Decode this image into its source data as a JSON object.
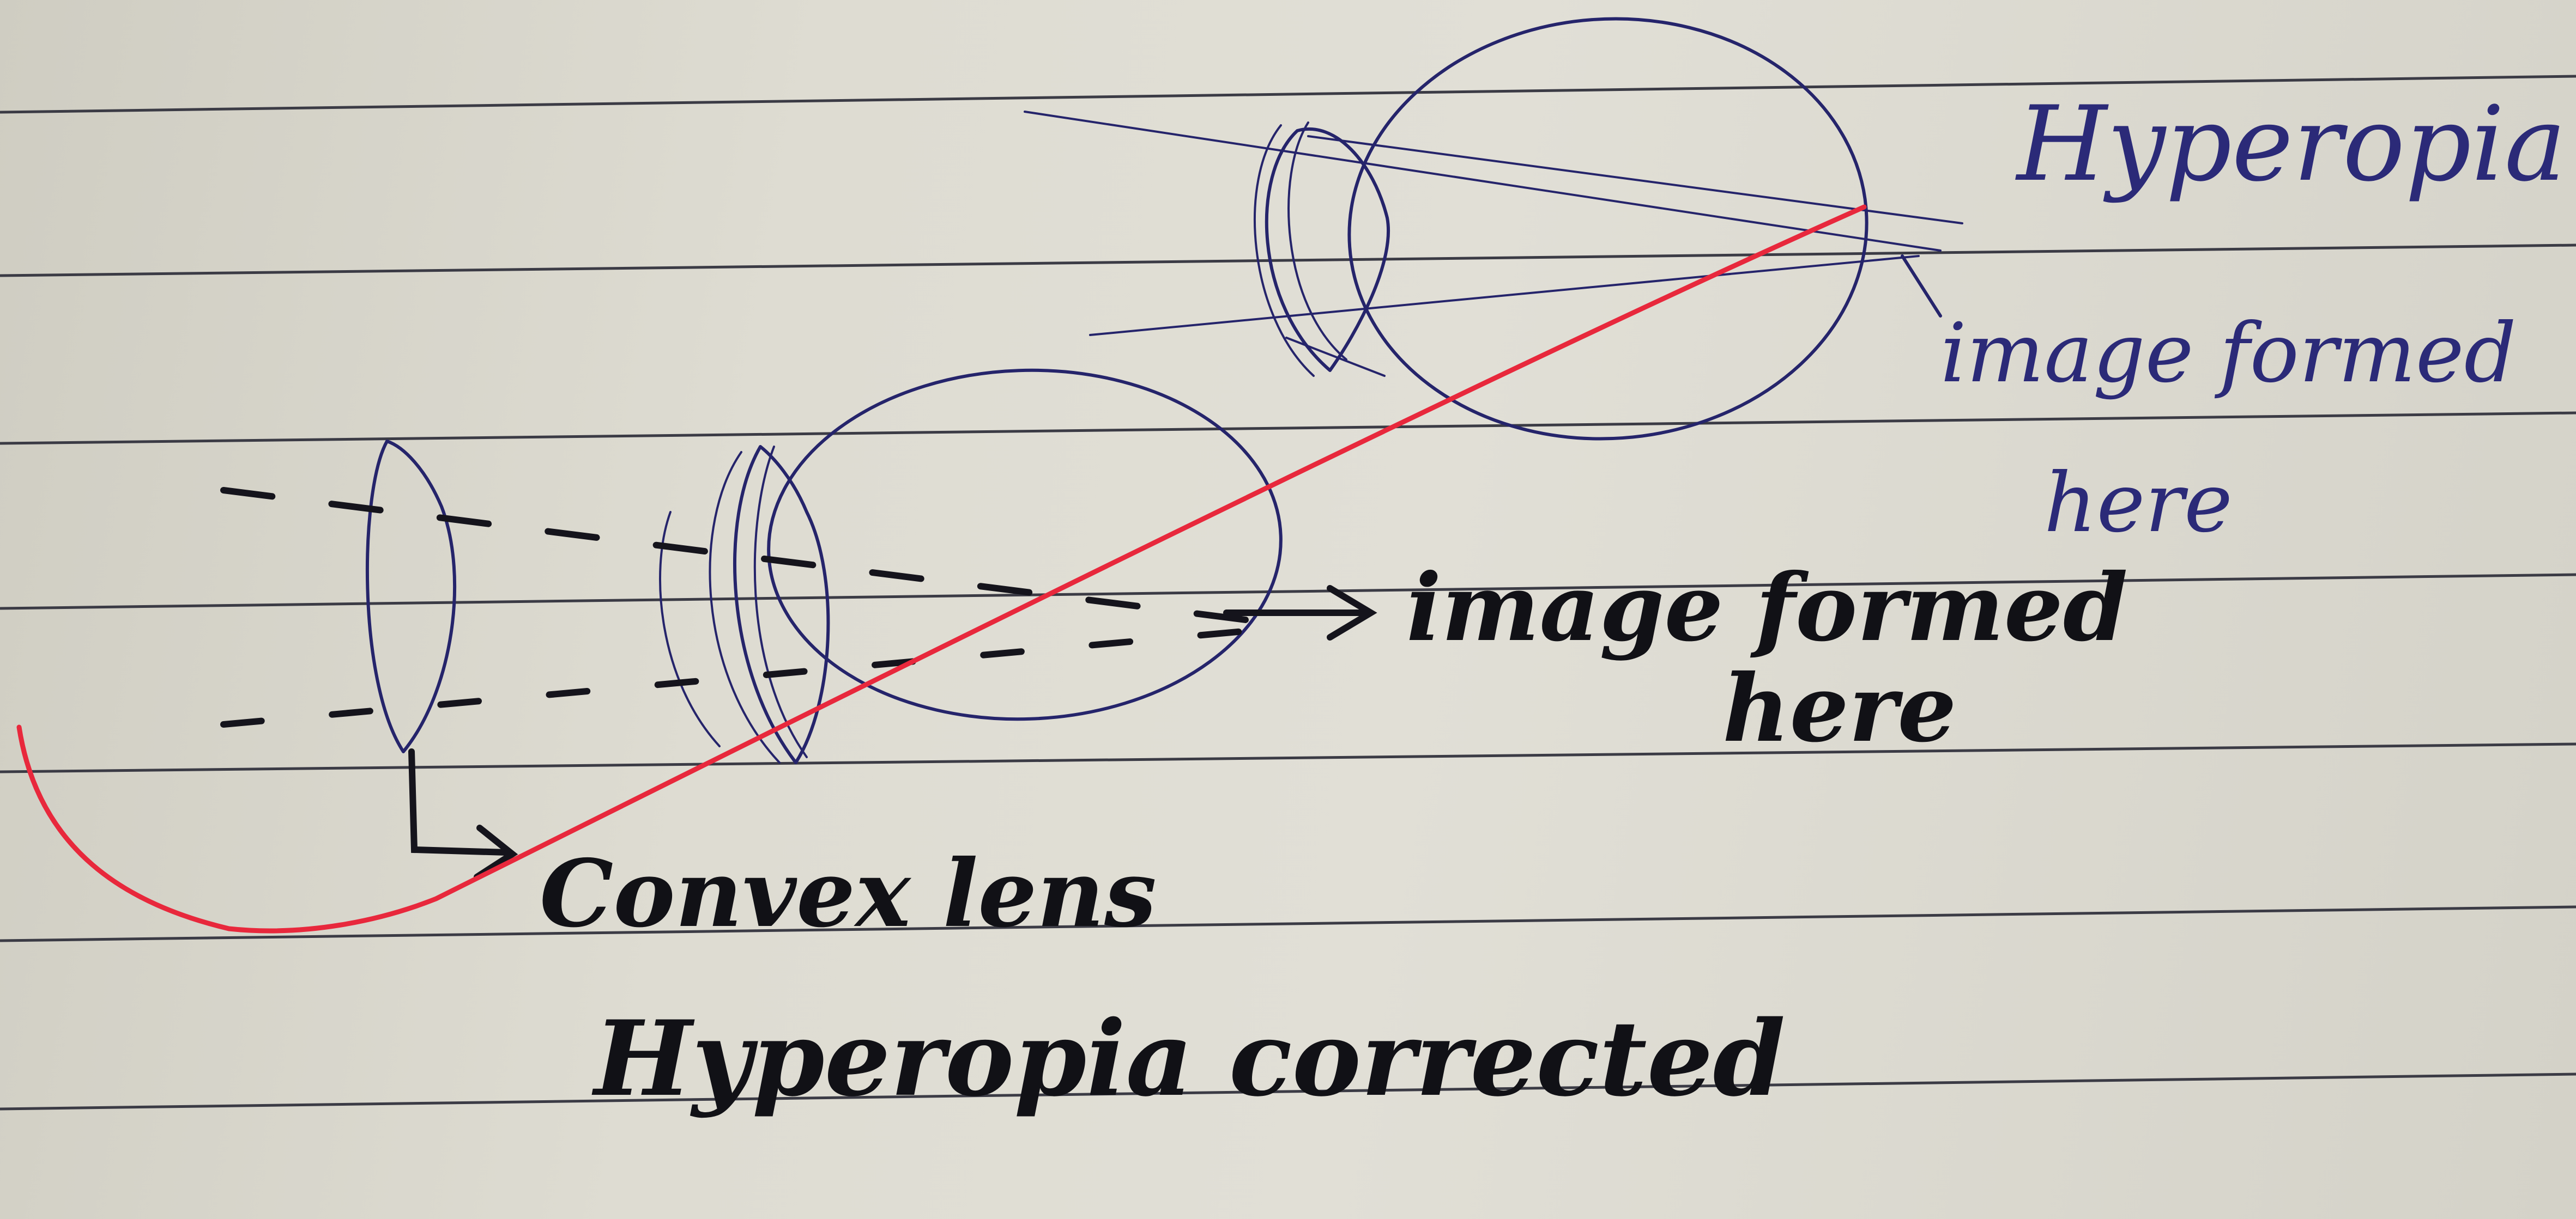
{
  "labels": {
    "top_title": "Hyperopia",
    "top_image_line1": "image formed",
    "top_image_line2": "here",
    "bottom_image_line1": "image formed",
    "bottom_image_line2": "here",
    "lens_label": "Convex lens",
    "bottom_title": "Hyperopia corrected"
  },
  "colors": {
    "paper": "#dedcd2",
    "ruled_lines": "#3b3b45",
    "blue_ink": "#25246b",
    "black_ink": "#15141c",
    "red_strike": "#e8283c"
  }
}
